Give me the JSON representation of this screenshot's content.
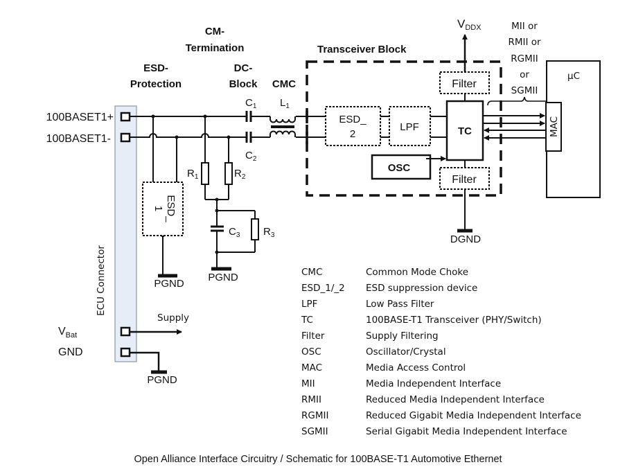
{
  "section_labels": {
    "cm_termination": [
      "CM-",
      "Termination"
    ],
    "esd_protection": [
      "ESD-",
      "Protection"
    ],
    "dc_block": [
      "DC-",
      "Block"
    ],
    "cmc": "CMC",
    "transceiver_block": "Transceiver Block"
  },
  "connector": {
    "label": "ECU Connector",
    "pins": {
      "p_plus": "100BASET1+",
      "p_minus": "100BASET1-",
      "vbat_main": "V",
      "vbat_sub": "Bat",
      "gnd": "GND"
    },
    "supply_label": "Supply"
  },
  "components": {
    "c1": {
      "main": "C",
      "sub": "1"
    },
    "c2": {
      "main": "C",
      "sub": "2"
    },
    "c3": {
      "main": "C",
      "sub": "3"
    },
    "l1": {
      "main": "L",
      "sub": "1"
    },
    "r1": {
      "main": "R",
      "sub": "1"
    },
    "r2": {
      "main": "R",
      "sub": "2"
    },
    "r3": {
      "main": "R",
      "sub": "3"
    },
    "esd1": [
      "ESD_",
      "1"
    ],
    "esd2": [
      "ESD_",
      "2"
    ],
    "lpf": "LPF",
    "tc": "TC",
    "osc": "OSC",
    "filter_top": "Filter",
    "filter_bottom": "Filter",
    "mac": "MAC",
    "uc": "µC"
  },
  "grounds": {
    "pgnd_esd": "PGND",
    "pgnd_term": "PGND",
    "pgnd_supply": "PGND",
    "dgnd": "DGND"
  },
  "supply_rail": {
    "main": "V",
    "sub": "DDX"
  },
  "interface_options": [
    "MII or",
    "RMII or",
    "RGMII",
    "or",
    "SGMII"
  ],
  "legend": [
    {
      "abbr": "CMC",
      "desc": "Common Mode Choke"
    },
    {
      "abbr": "ESD_1/_2",
      "desc": "ESD suppression device"
    },
    {
      "abbr": "LPF",
      "desc": "Low Pass Filter"
    },
    {
      "abbr": "TC",
      "desc": "100BASE-T1 Transceiver (PHY/Switch)"
    },
    {
      "abbr": "Filter",
      "desc": "Supply Filtering"
    },
    {
      "abbr": "OSC",
      "desc": "Oscillator/Crystal"
    },
    {
      "abbr": "MAC",
      "desc": "Media Access Control"
    },
    {
      "abbr": "MII",
      "desc": "Media Independent Interface"
    },
    {
      "abbr": "RMII",
      "desc": "Reduced Media Independent Interface"
    },
    {
      "abbr": "RGMII",
      "desc": "Reduced Gigabit Media Independent Interface"
    },
    {
      "abbr": "SGMII",
      "desc": "Serial Gigabit Media Independent Interface"
    }
  ],
  "caption": "Open Alliance Interface Circuitry / Schematic for 100BASE-T1 Automotive Ethernet",
  "colors": {
    "connector_fill": "#e6edf7",
    "connector_stroke": "#8a95a3",
    "ink": "#111111"
  }
}
